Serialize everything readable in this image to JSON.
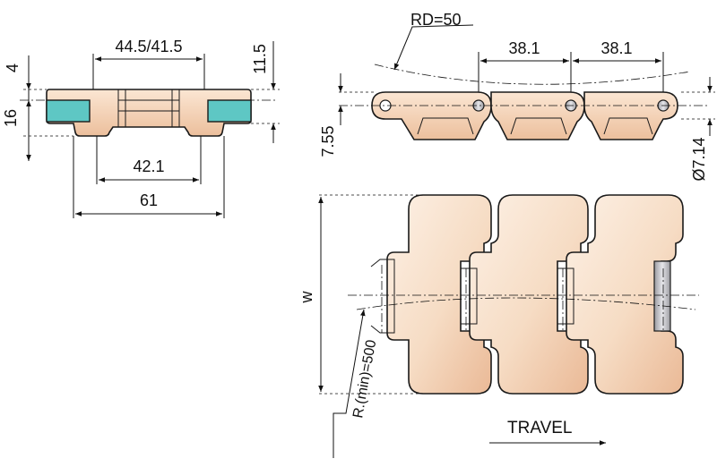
{
  "colors": {
    "link_body_light": "#fdf1e6",
    "link_body_dark": "#f0c6a2",
    "insert_cyan": "#5ec7c4",
    "pin_grey": "#c8c8cc",
    "line": "#111111"
  },
  "dimensions": {
    "width_upper": "44.5/41.5",
    "height_upper": "11.5",
    "top_thickness": "4",
    "total_height": "16",
    "width_mid": "42.1",
    "width_total": "61",
    "rd": "RD=50",
    "pitch_1": "38.1",
    "pitch_2": "38.1",
    "side_height": "7.55",
    "pin_diameter": "Ø7.14",
    "w_label": "w",
    "radius_min": "R.(min)=500"
  },
  "labels": {
    "travel": "TRAVEL"
  },
  "icons": {
    "travel_arrow": "arrow-right-icon"
  }
}
